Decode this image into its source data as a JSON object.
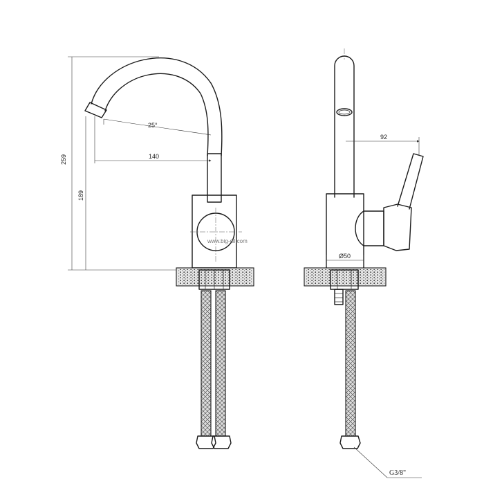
{
  "dimensions": {
    "total_height": "259",
    "spout_height": "189",
    "spout_reach": "140",
    "spout_angle": "25°",
    "lever_reach": "92",
    "base_diameter": "Ø50",
    "connection_thread": "G3/8\""
  },
  "watermark": "www.big-dil.com",
  "colors": {
    "line": "#1a1a1a",
    "background": "#ffffff"
  }
}
